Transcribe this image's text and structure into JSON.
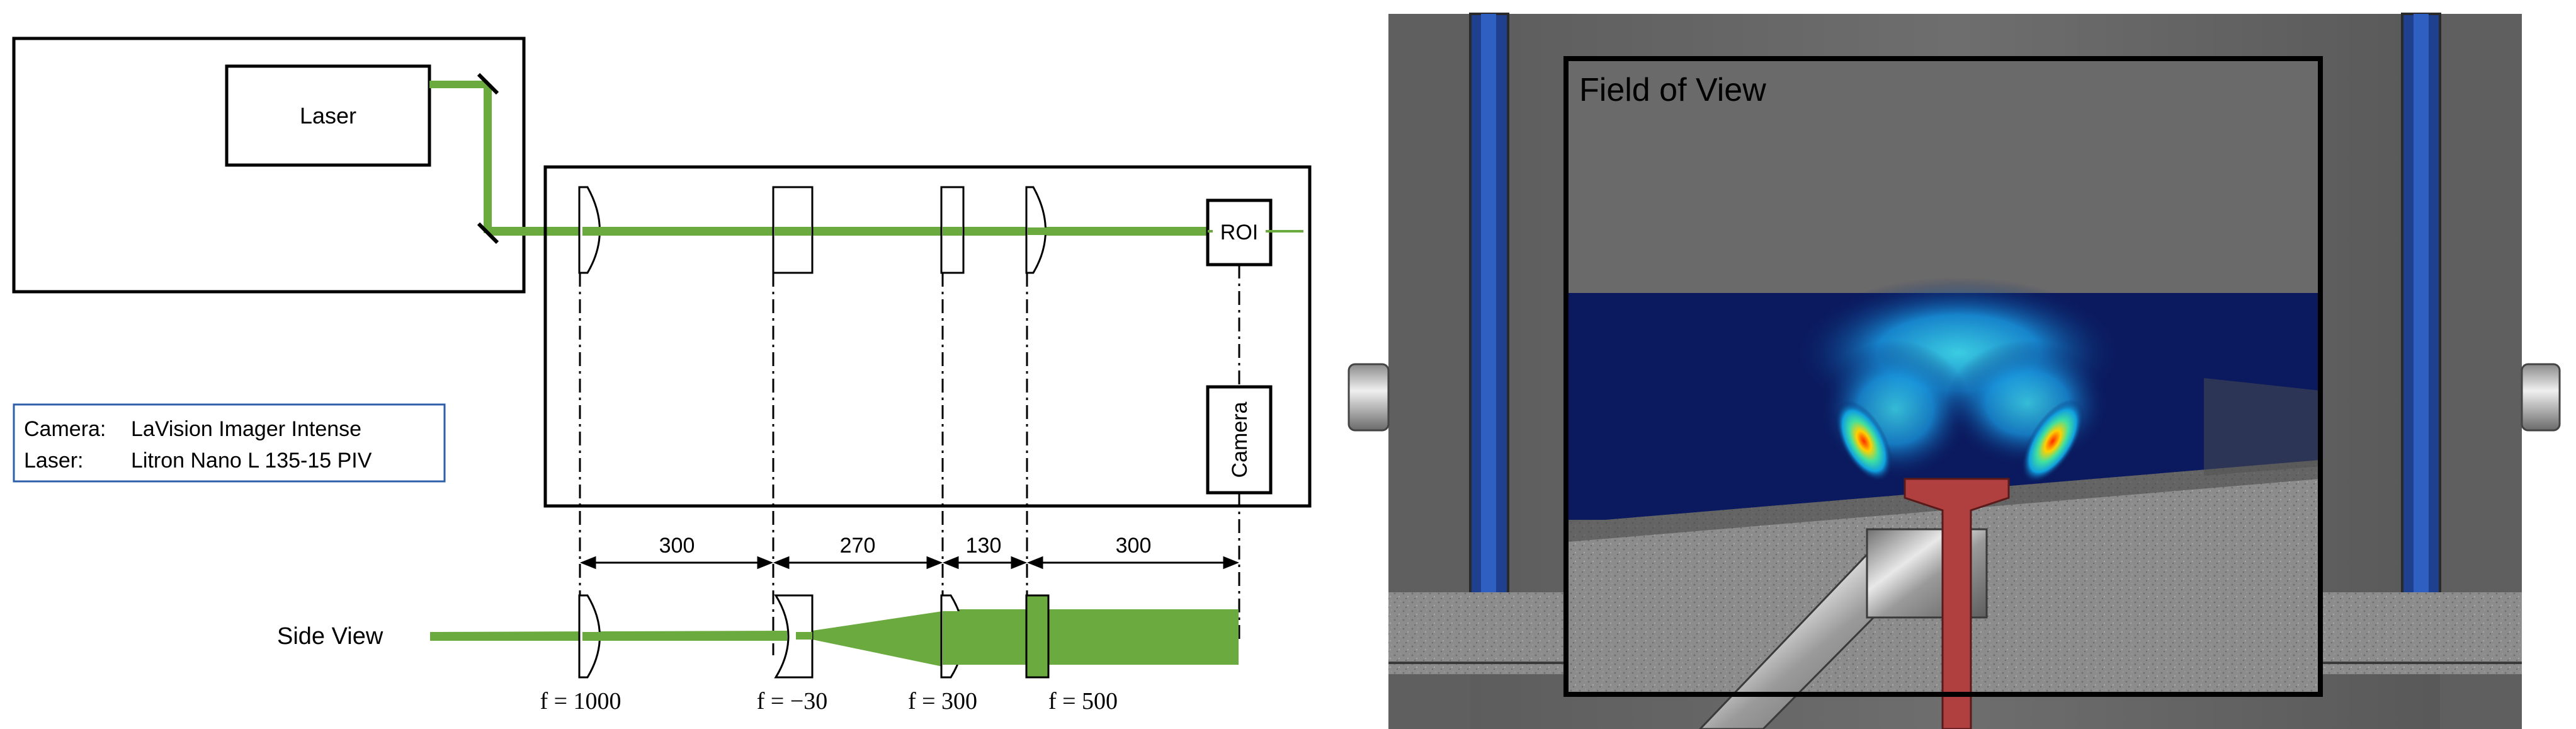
{
  "setup": {
    "laser_label": "Laser",
    "roi_label": "ROI",
    "camera_label": "Camera",
    "side_view_label": "Side View"
  },
  "info_box": {
    "camera_key": "Camera:",
    "camera_value": "LaVision Imager Intense",
    "laser_key": "Laser:",
    "laser_value": "Litron Nano L 135-15 PIV"
  },
  "distances": [
    "300",
    "270",
    "130",
    "300"
  ],
  "focal_lengths": [
    "f = 1000",
    "f = −30",
    "f = 300",
    "f = 500"
  ],
  "rendering": {
    "fov_label": "Field of View"
  },
  "colors": {
    "beam": "#6aaa3f",
    "info_border": "#2e5fa8",
    "liner_blue": "#1f3f8f",
    "steel": "#606060",
    "jet_red": "#b04040"
  }
}
